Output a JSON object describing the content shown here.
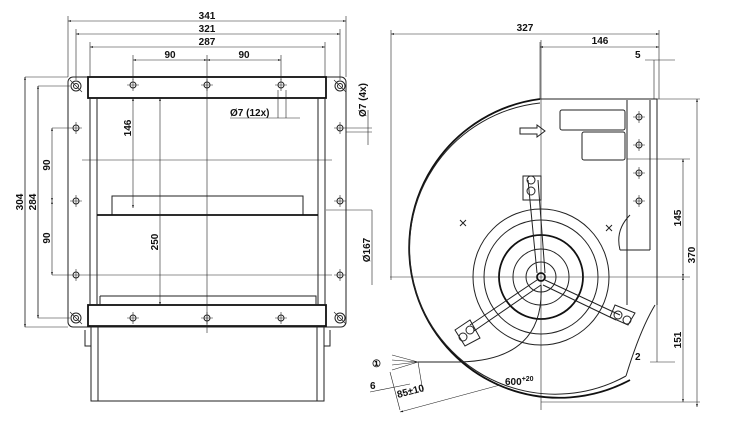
{
  "front_view": {
    "dims": {
      "width_341": "341",
      "width_321": "321",
      "width_287": "287",
      "hole_spacing_left": "90",
      "hole_spacing_right": "90",
      "height_304": "304",
      "height_284": "284",
      "side_spacing_top": "90",
      "side_spacing_bottom": "90",
      "depth_146": "146",
      "height_250": "250",
      "hole_12x": "Ø7 (12x)",
      "hole_4x": "Ø7 (4x)",
      "inlet_diameter": "Ø167"
    }
  },
  "side_view": {
    "dims": {
      "width_327": "327",
      "offset_146": "146",
      "flange_5": "5",
      "height_370": "370",
      "height_145": "145",
      "height_151": "151",
      "gap_2": "2",
      "cable_length": "600",
      "cable_tolerance": "+20",
      "strip_6": "6",
      "strip_85": "85±10",
      "marker_1": "①"
    }
  },
  "colors": {
    "line": "#222222",
    "background": "#ffffff"
  }
}
